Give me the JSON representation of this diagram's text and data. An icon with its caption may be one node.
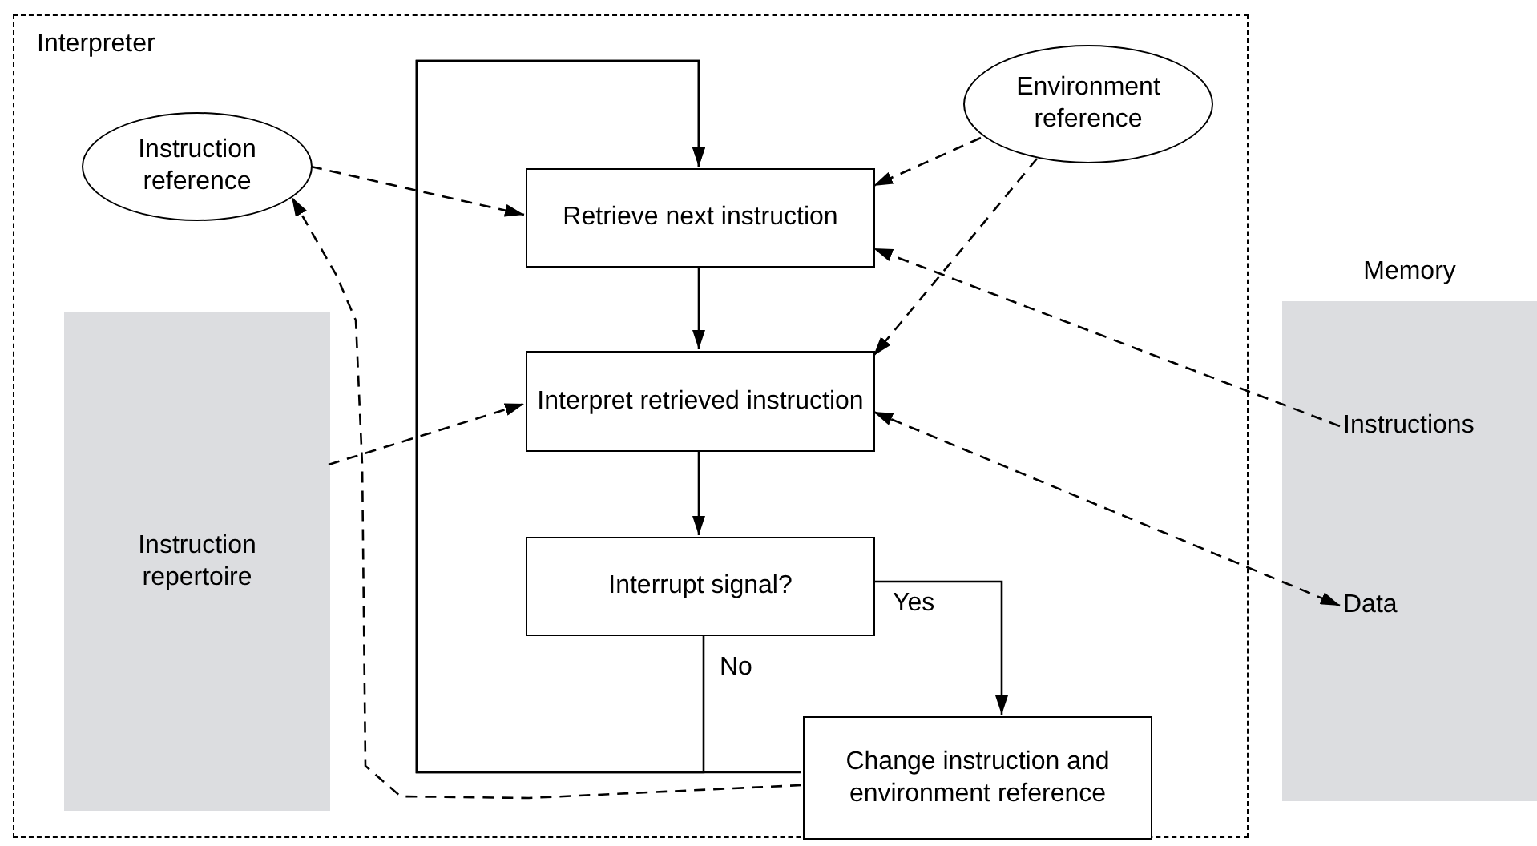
{
  "diagram": {
    "nodes": [
      {
        "text": [
          "Interpreter"
        ]
      },
      {
        "text": [
          "Instruction reference"
        ],
        "in": 0
      },
      {
        "text": [
          "Environment reference"
        ],
        "in": 0
      },
      {
        "text": [
          "Retrieve next instruction"
        ],
        "in": 0
      },
      {
        "text": [
          "Interpret retrieved instruction"
        ],
        "in": 0
      },
      {
        "text": [
          "Interrupt signal?"
        ],
        "in": 0
      },
      {
        "text": [
          "Change instruction and environment reference"
        ],
        "in": 0
      },
      {
        "text": [
          "Instruction repertoire"
        ],
        "in": 0
      },
      {
        "text": [
          "Memory"
        ]
      },
      {
        "text": [
          "Instructions"
        ],
        "in": 8
      },
      {
        "text": [
          "Data"
        ],
        "in": 8
      }
    ],
    "edges": [
      {
        "from": 1,
        "to": 3,
        "arrow": "to",
        "style": "dashed"
      },
      {
        "from": 2,
        "to": 3,
        "arrow": "to",
        "style": "dashed"
      },
      {
        "from": 2,
        "to": 4,
        "arrow": "to",
        "style": "dashed"
      },
      {
        "from": 9,
        "to": 3,
        "arrow": "to",
        "style": "dashed"
      },
      {
        "from": 7,
        "to": 4,
        "arrow": "to",
        "style": "dashed"
      },
      {
        "from": 4,
        "to": 10,
        "arrow": "both",
        "style": "dashed"
      },
      {
        "from": 3,
        "to": 4,
        "arrow": "to"
      },
      {
        "from": 4,
        "to": 5,
        "arrow": "to"
      },
      {
        "from": 5,
        "to": 6,
        "label": "Yes",
        "arrow": "to"
      },
      {
        "from": 5,
        "to": 3,
        "label": "No",
        "arrow": "to"
      },
      {
        "from": 6,
        "to": 3,
        "arrow": "to"
      },
      {
        "from": 6,
        "to": 1,
        "arrow": "to",
        "style": "dashed"
      }
    ]
  }
}
